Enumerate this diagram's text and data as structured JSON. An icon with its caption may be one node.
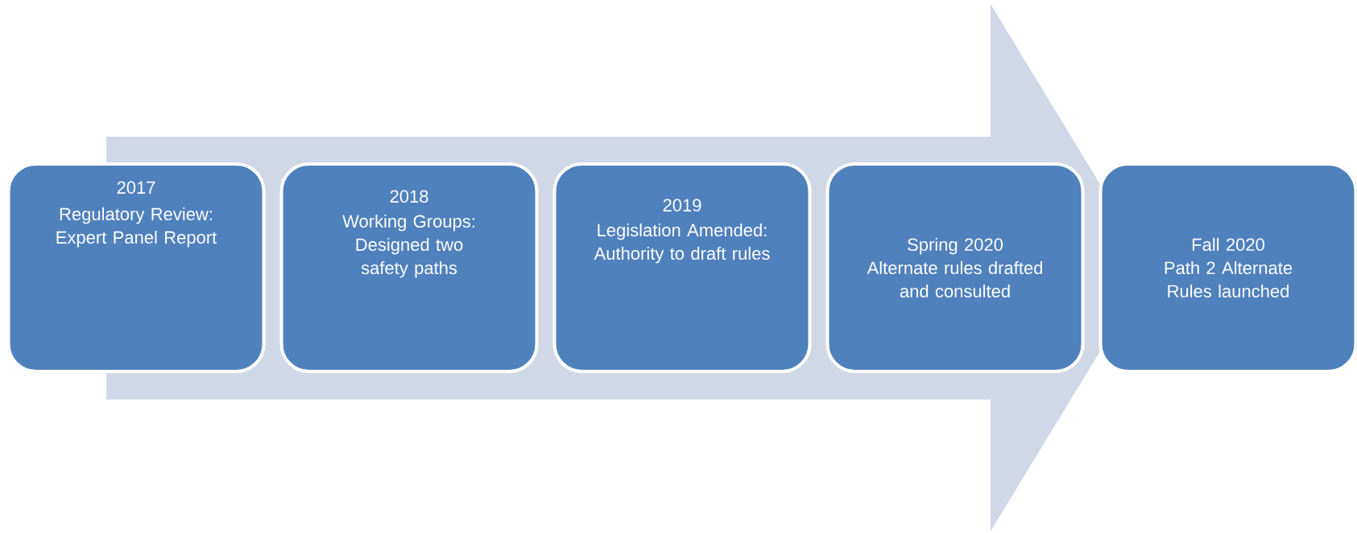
{
  "diagram": {
    "nodes": [
      {
        "text": [
          "2017",
          "Regulatory Review:",
          "Expert Panel Report"
        ]
      },
      {
        "text": [
          "2018",
          "Working Groups:",
          "Designed two safety paths"
        ]
      },
      {
        "text": [
          "2019",
          "Legislation Amended:",
          "Authority to draft rules"
        ]
      },
      {
        "text": [
          "Spring 2020",
          "Alternate rules drafted and consulted"
        ]
      },
      {
        "text": [
          "Fall 2020",
          "Path 2 Alternate Rules launched"
        ]
      }
    ]
  }
}
